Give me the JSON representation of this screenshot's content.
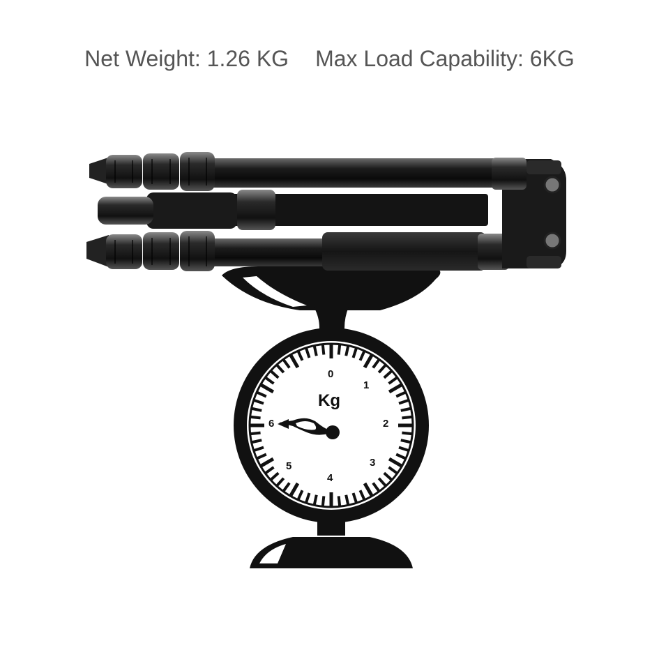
{
  "headline": {
    "net_weight": "Net Weight: 1.26 KG",
    "max_load": "Max Load Capability: 6KG"
  },
  "scale": {
    "unit": "Kg",
    "dial_labels": [
      "0",
      "1",
      "2",
      "3",
      "4",
      "5",
      "6"
    ],
    "needle_value": 6
  },
  "colors": {
    "text": "#555555",
    "ink": "#111111",
    "background": "#ffffff"
  },
  "icons": {
    "product": "folded-tripod",
    "scale": "kitchen-scale-dial"
  }
}
